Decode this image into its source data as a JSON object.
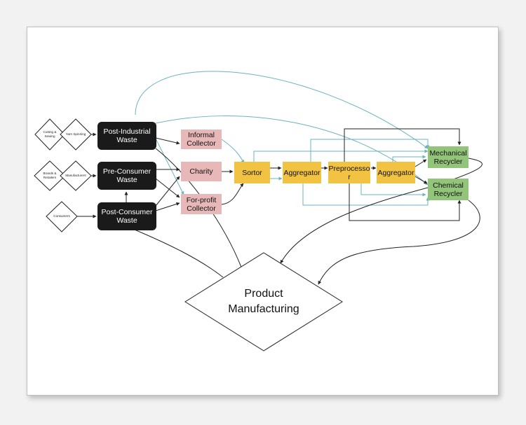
{
  "colors": {
    "dark": "#1a1a1a",
    "pink": "#e8b8b8",
    "yellow": "#f2c342",
    "green": "#92c47a",
    "teal": "#6ab3c3",
    "edge": "#222222"
  },
  "nodes": {
    "cutting_sewing": "Cutting & Sewing",
    "yarn_spinning": "Yarn Spinning",
    "brands_retailers": "Brands & Retailers",
    "manufacturers": "Manufacturers",
    "consumers": "Consumers",
    "post_industrial": "Post-Industrial Waste",
    "pre_consumer": "Pre-Consumer Waste",
    "post_consumer": "Post-Consumer Waste",
    "informal_collector": "Informal Collector",
    "charity": "Charity",
    "forprofit_collector": "For-profit Collector",
    "sortor": "Sortor",
    "aggregator_1": "Aggregator",
    "preprocessor": "Preprocessor",
    "aggregator_2": "Aggregator",
    "mechanical_recycler": "Mechanical Recycler",
    "chemical_recycler": "Chemical Recycler",
    "product_manufacturing": "Product Manufacturing"
  }
}
